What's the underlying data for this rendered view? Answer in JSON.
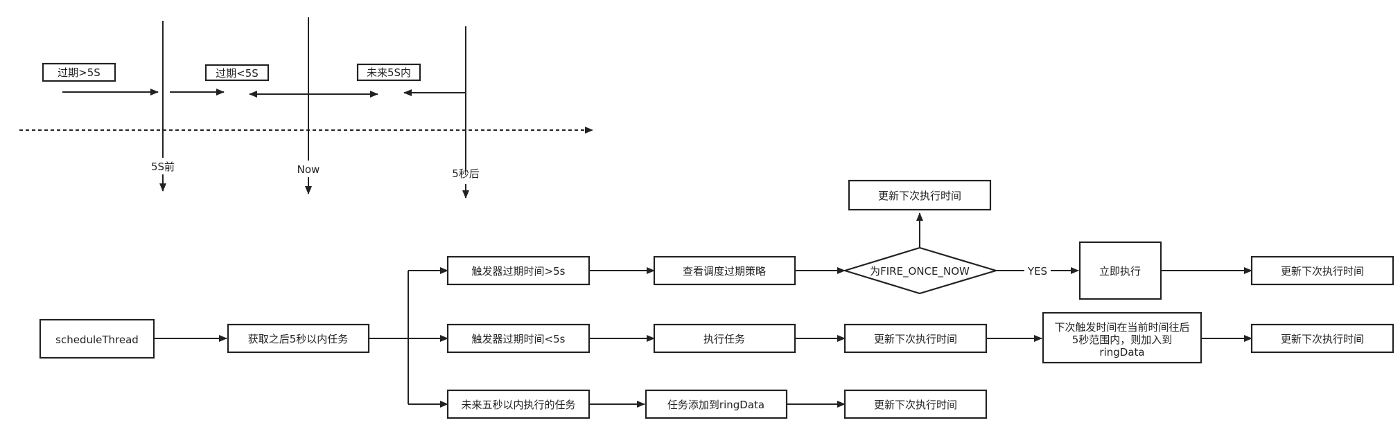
{
  "timeline": {
    "box_expired_over": "过期>5S",
    "box_expired_under": "过期<5S",
    "box_future": "未来5S内",
    "label_before": "5S前",
    "label_now": "Now",
    "label_after": "5秒后"
  },
  "flow": {
    "schedule_thread": "scheduleThread",
    "fetch_tasks": "获取之后5秒以内任务",
    "branch_expired_over": "触发器过期时间>5s",
    "branch_expired_under": "触发器过期时间<5s",
    "branch_future": "未来五秒以内执行的任务",
    "check_policy": "查看调度过期策略",
    "decision_fire_once": "为FIRE_ONCE_NOW",
    "decision_yes": "YES",
    "execute_now": "立即执行",
    "execute_task": "执行任务",
    "add_ring_data": "任务添加到ringData",
    "update_next_time": "更新下次执行时间",
    "next_trigger_line1": "下次触发时间在当前时间往后",
    "next_trigger_line2": "5秒范围内，则加入到",
    "next_trigger_line3": "ringData"
  }
}
